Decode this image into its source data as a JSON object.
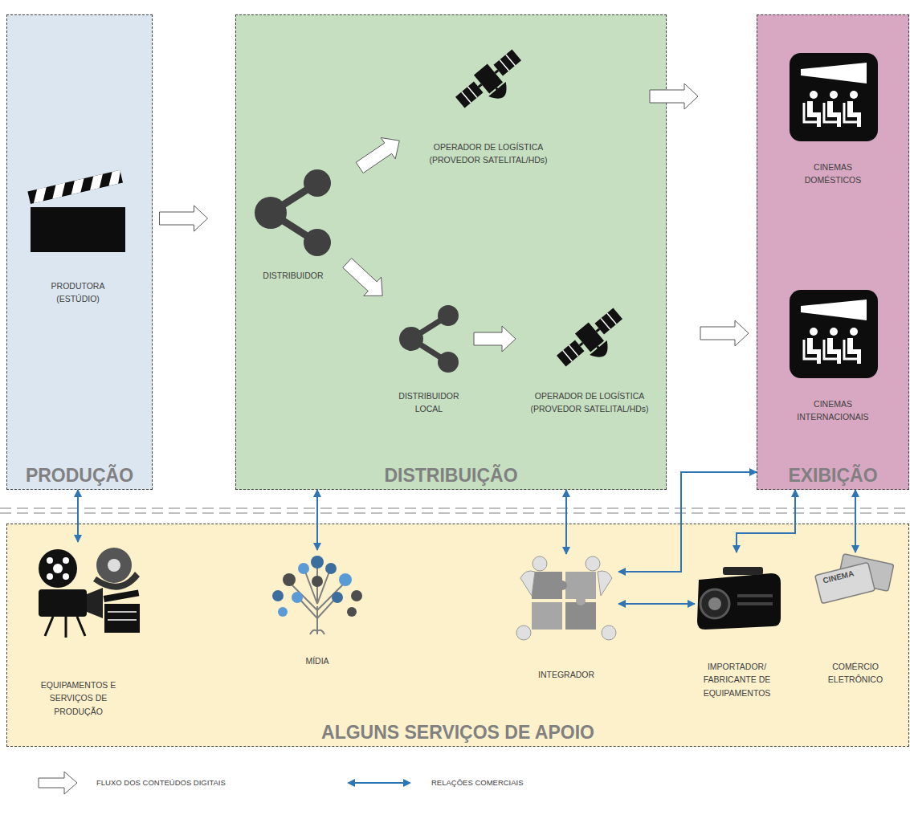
{
  "diagram": {
    "nodes": [
      {
        "text": [
          "PRODUÇÃO"
        ]
      },
      {
        "text": [
          "PRODUTORA (ESTÚDIO)"
        ],
        "in": 0
      },
      {
        "text": [
          "DISTRIBUIÇÃO"
        ]
      },
      {
        "text": [
          "DISTRIBUIDOR"
        ],
        "in": 2
      },
      {
        "text": [
          "OPERADOR DE LOGÍSTICA (PROVEDOR SATELITAL/HDs)"
        ],
        "in": 2
      },
      {
        "text": [
          "DISTRIBUIDOR LOCAL"
        ],
        "in": 2
      },
      {
        "text": [
          "OPERADOR DE LOGÍSTICA (PROVEDOR SATELITAL/HDs)"
        ],
        "in": 2
      },
      {
        "text": [
          "EXIBIÇÃO"
        ]
      },
      {
        "text": [
          "CINEMAS DOMÉSTICOS"
        ],
        "in": 7
      },
      {
        "text": [
          "CINEMAS INTERNACIONAIS"
        ],
        "in": 7
      },
      {
        "text": [
          "ALGUNS SERVIÇOS DE APOIO"
        ]
      },
      {
        "text": [
          "EQUIPAMENTOS E SERVIÇOS DE PRODUÇÃO"
        ],
        "in": 10
      },
      {
        "text": [
          "MÍDIA"
        ],
        "in": 10
      },
      {
        "text": [
          "INTEGRADOR"
        ],
        "in": 10
      },
      {
        "text": [
          "IMPORTADOR/ FABRICANTE DE EQUIPAMENTOS"
        ],
        "in": 10
      },
      {
        "text": [
          "COMÉRCIO ELETRÔNICO"
        ],
        "in": 10
      }
    ],
    "edges": [
      {
        "from": 1,
        "to": 3,
        "arrow": "to"
      },
      {
        "from": 3,
        "to": 4,
        "arrow": "to"
      },
      {
        "from": 3,
        "to": 5,
        "arrow": "to"
      },
      {
        "from": 5,
        "to": 6,
        "arrow": "to"
      },
      {
        "from": 4,
        "to": 8,
        "arrow": "to"
      },
      {
        "from": 6,
        "to": 9,
        "arrow": "to"
      },
      {
        "from": 0,
        "to": 11,
        "arrow": "both"
      },
      {
        "from": 2,
        "to": 12,
        "arrow": "both"
      },
      {
        "from": 2,
        "to": 13,
        "arrow": "both"
      },
      {
        "from": 7,
        "to": 13,
        "arrow": "both"
      },
      {
        "from": 7,
        "to": 14,
        "arrow": "both"
      },
      {
        "from": 7,
        "to": 15,
        "arrow": "both"
      },
      {
        "from": 13,
        "to": 14,
        "arrow": "both"
      }
    ],
    "labels": [
      "CINEMA"
    ],
    "legend": [
      {
        "text": "FLUXO DOS CONTEÚDOS DIGITAIS"
      },
      {
        "text": "RELAÇÕES COMERCIAIS"
      }
    ]
  }
}
